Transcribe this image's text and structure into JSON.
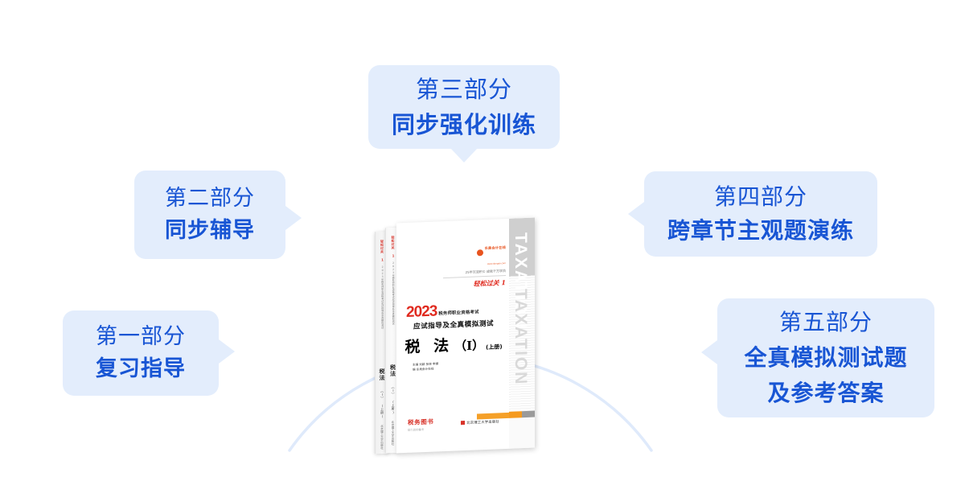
{
  "page": {
    "background_color": "#ffffff",
    "accent_blue": "#1855d4",
    "bubble_fill": "#e3edfc",
    "arc_color": "#dbe7fa"
  },
  "callouts": [
    {
      "id": "callout-1",
      "name": "part-one",
      "tail": "right",
      "lines": [
        "第一部分",
        "复习指导"
      ]
    },
    {
      "id": "callout-2",
      "name": "part-two",
      "tail": "right",
      "lines": [
        "第二部分",
        "同步辅导"
      ]
    },
    {
      "id": "callout-3",
      "name": "part-three",
      "tail": "down",
      "lines": [
        "第三部分",
        "同步强化训练"
      ]
    },
    {
      "id": "callout-4",
      "name": "part-four",
      "tail": "left",
      "lines": [
        "第四部分",
        "跨章节主观题演练"
      ]
    },
    {
      "id": "callout-5",
      "name": "part-five",
      "tail": "left",
      "lines": [
        "第五部分",
        "全真模拟测试题",
        "及参考答案"
      ]
    }
  ],
  "book": {
    "brand": {
      "name": "东奥会计在线",
      "url": "www.dongao.com",
      "slogan": "25年沉淀积© 成就千万学员",
      "script": "轻松过关 1"
    },
    "cover": {
      "year": "2023",
      "exam": "税务师职业资格考试",
      "guide": "应试指导及全真模拟测试",
      "title": "税 法",
      "volume_roman": "（I）",
      "volume_note": "(上册)",
      "authors": [
        "主编  刘颖  张泉  李娜",
        "编    东奥会计在线"
      ],
      "side_text": "TAXATION",
      "footer_red": "税务图书",
      "footer_red_sub": "助力您的备考",
      "publisher": "北京理工大学出版社"
    },
    "spine": {
      "brand": "轻松过关 1",
      "detail": "2023年税务师职业资格考试应试指导及全真模拟测试",
      "title": "税法",
      "volume": "（I）",
      "note": "(上册)",
      "publisher": "北京理工大学出版社"
    }
  }
}
